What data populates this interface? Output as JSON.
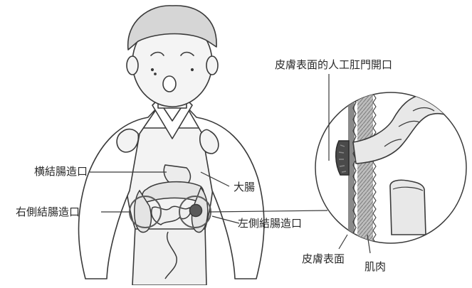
{
  "labels": {
    "stoma_opening": "皮膚表面的人工肛門開口",
    "transverse_colostomy": "横結腸造口",
    "large_intestine": "大腸",
    "right_colostomy": "右側結腸造口",
    "left_colostomy": "左側結腸造口",
    "skin_surface": "皮膚表面",
    "muscle": "肌肉"
  },
  "colors": {
    "outline": "#3a3a3a",
    "skin": "#f2f2f2",
    "shirt": "#ffffff",
    "organ": "#dcdcdc",
    "stoma": "#6a6a6a",
    "stoma_dark": "#3c3c3c",
    "muscle_band": "#9a9a9a",
    "hair": "#d6d6d6"
  }
}
